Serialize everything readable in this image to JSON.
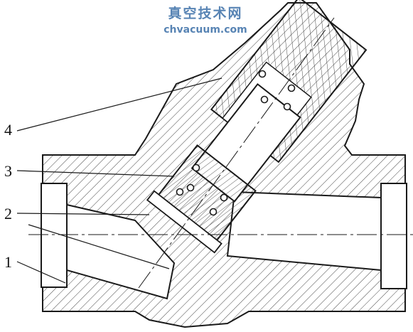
{
  "watermark": {
    "site_cn": "真空技术网",
    "url": "chvacuum.com"
  },
  "callouts": [
    "4",
    "3",
    "2",
    "1"
  ],
  "colors": {
    "line": "#1a1a1a",
    "hatch": "#333333",
    "watermark": "#3b6fa8",
    "background": "#ffffff"
  }
}
